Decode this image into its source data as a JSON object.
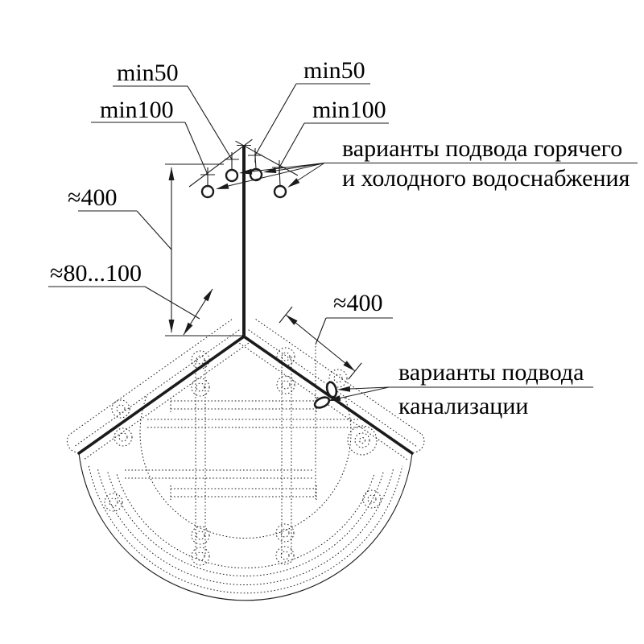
{
  "colors": {
    "ink": "#1b1b1b",
    "paper": "#ffffff"
  },
  "annotations": {
    "min50_left": "min50",
    "min50_right": "min50",
    "min100_left": "min100",
    "min100_right": "min100",
    "water_supply_callout_line1": "варианты подвода горячего",
    "water_supply_callout_line2": "и холодного водоснабжения",
    "drain_callout_line1": "варианты подвода",
    "drain_callout_line2": "канализации"
  },
  "dimensions": {
    "supply_height": "≈400",
    "wall_gap": "≈80...100",
    "drain_edge_distance": "≈400"
  }
}
